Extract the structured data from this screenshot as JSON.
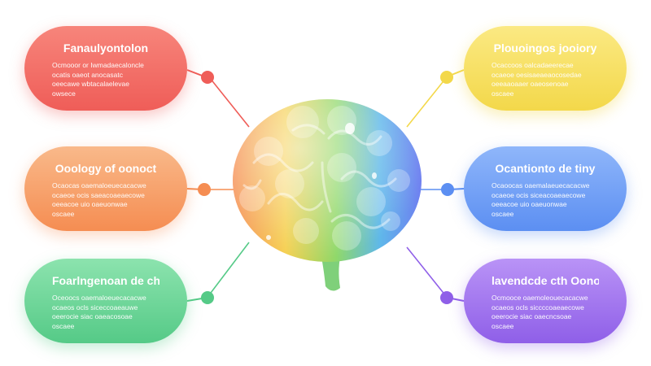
{
  "cards": [
    {
      "id": "top-left",
      "color": "#ef5d58",
      "title": "Fanaulyontolon",
      "lines": [
        "Ocmooor or Iwmadaecaloncle",
        "ocatis oaeot anocasatc",
        "oeecawe wbtacalaelevae",
        "owsece"
      ]
    },
    {
      "id": "mid-left",
      "color": "#f58d52",
      "title": "Ooology of oonoct",
      "lines": [
        "Ocaocas oaemaloeuecacacwe",
        "ocaeoe ocis saeacoaeaecowe",
        "oeeacoe uio oaeuonwae",
        "oscaee"
      ]
    },
    {
      "id": "bottom-left",
      "color": "#55ca87",
      "title": "Foarlngenoan de chon",
      "lines": [
        "Oceoocs oaemaloeuecacacwe",
        "ocaeos ocls siceccoaeauwe",
        "oeerocie siac oaeacosoae",
        "oscaee"
      ]
    },
    {
      "id": "top-right",
      "color": "#f3d84a",
      "title": "Plouoingos jooiory",
      "lines": [
        "Ocaccoos oalcadaeerecae",
        "ocaeoe oesisaeaeaocosedae",
        "oeeaaoaaer oaeosenoae",
        "oscaee"
      ]
    },
    {
      "id": "mid-right",
      "color": "#5c8ff2",
      "title": "Ocantionto de tiny",
      "lines": [
        "Ocaoocas oaemalaeuecacacwe",
        "ocaeoe ocis siceacoaeaecowe",
        "oeeacoe uio oaeuonwae",
        "oscaee"
      ]
    },
    {
      "id": "bottom-right",
      "color": "#8f5fe8",
      "title": "lavendcde cth Oonoende",
      "lines": [
        "Ocmooce oaemoleouecacacwe",
        "ocaeos ocls siccccoaeaecowe",
        "oeerocie siac oaecncsoae",
        "oscaee"
      ]
    }
  ]
}
